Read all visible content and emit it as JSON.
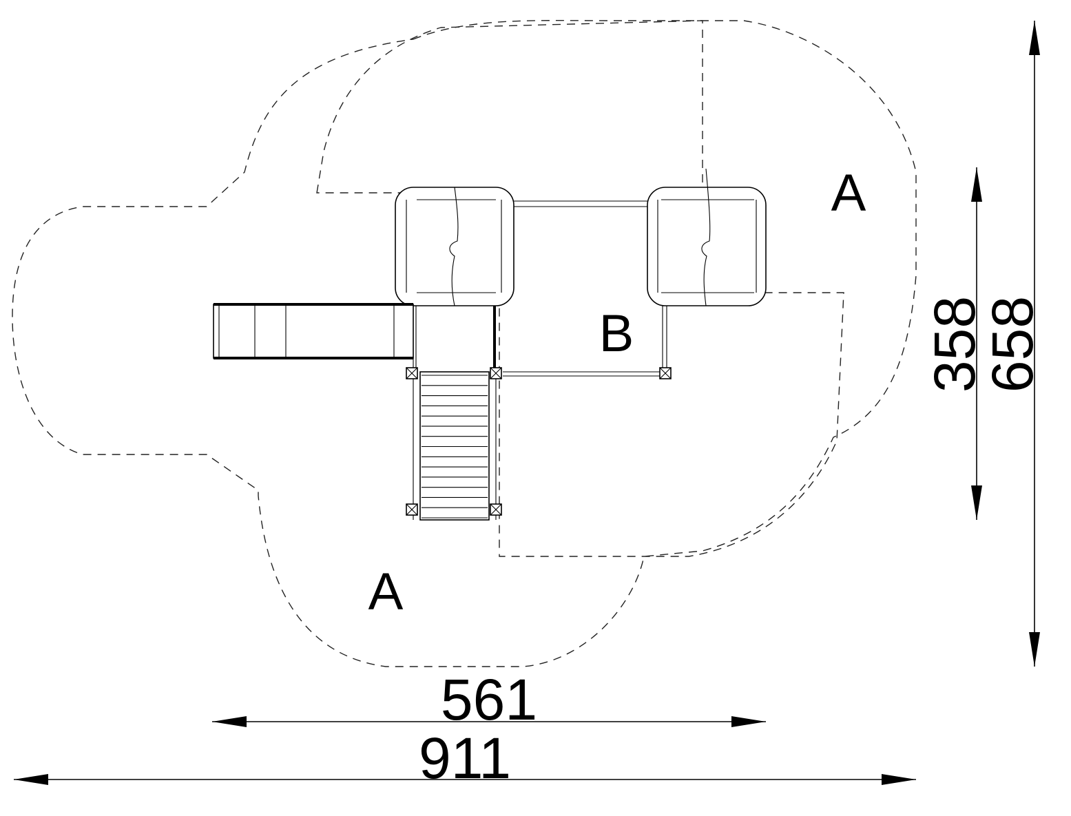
{
  "zones": {
    "a_left_label": "A",
    "a_right_label": "A",
    "b_label": "B"
  },
  "dimensions": {
    "width_inner": "561",
    "width_outer": "911",
    "height_inner": "358",
    "height_outer": "658"
  }
}
